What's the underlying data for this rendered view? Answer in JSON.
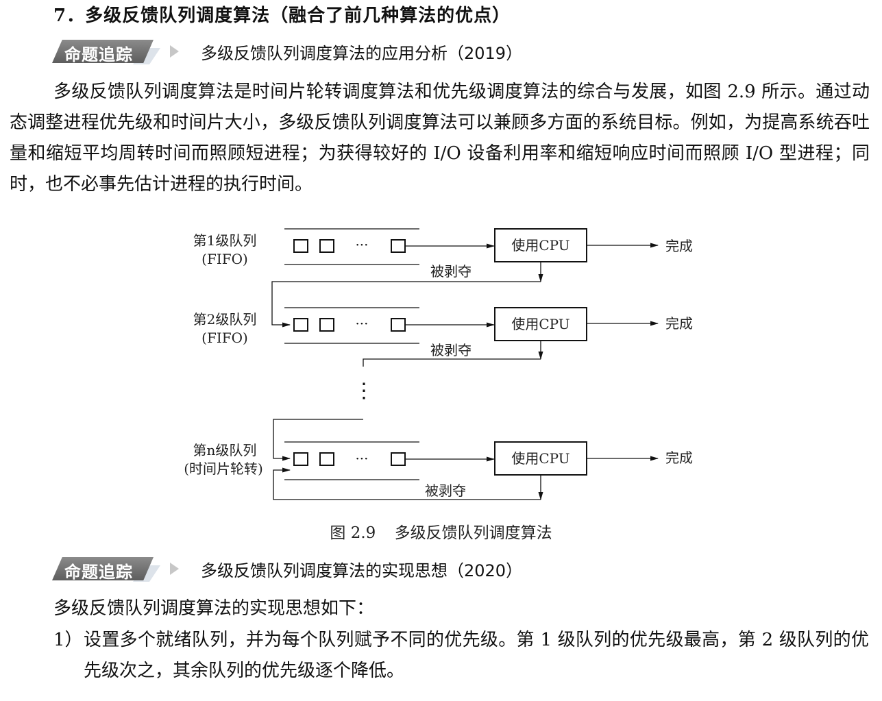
{
  "section_heading": "7．多级反馈队列调度算法（融合了前几种算法的优点）",
  "tag_label": "命题追踪",
  "topic1": "多级反馈队列调度算法的应用分析（2019）",
  "paragraph1": "多级反馈队列调度算法是时间片轮转调度算法和优先级调度算法的综合与发展，如图 2.9 所示。通过动态调整进程优先级和时间片大小，多级反馈队列调度算法可以兼顾多方面的系统目标。例如，为提高系统吞吐量和缩短平均周转时间而照顾短进程；为获得较好的 I/O 设备利用率和缩短响应时间而照顾 I/O 型进程；同时，也不必事先估计进程的执行时间。",
  "figure": {
    "queue1_name": "第1级队列",
    "queue1_policy": "(FIFO)",
    "queue2_name": "第2级队列",
    "queue2_policy": "(FIFO)",
    "queuen_name": "第n级队列",
    "queuen_policy": "(时间片轮转)",
    "cpu_label": "使用CPU",
    "done_label": "完成",
    "preempt_label": "被剥夺",
    "ellipsis": "···",
    "vertical_ellipsis": "⋮",
    "caption_number": "图 2.9",
    "caption_title": "多级反馈队列调度算法"
  },
  "topic2": "多级反馈队列调度算法的实现思想（2020）",
  "paragraph2": "多级反馈队列调度算法的实现思想如下：",
  "list": [
    {
      "num": "1）",
      "text": "设置多个就绪队列，并为每个队列赋予不同的优先级。第 1 级队列的优先级最高，第 2 级队列的优先级次之，其余队列的优先级逐个降低。"
    }
  ]
}
